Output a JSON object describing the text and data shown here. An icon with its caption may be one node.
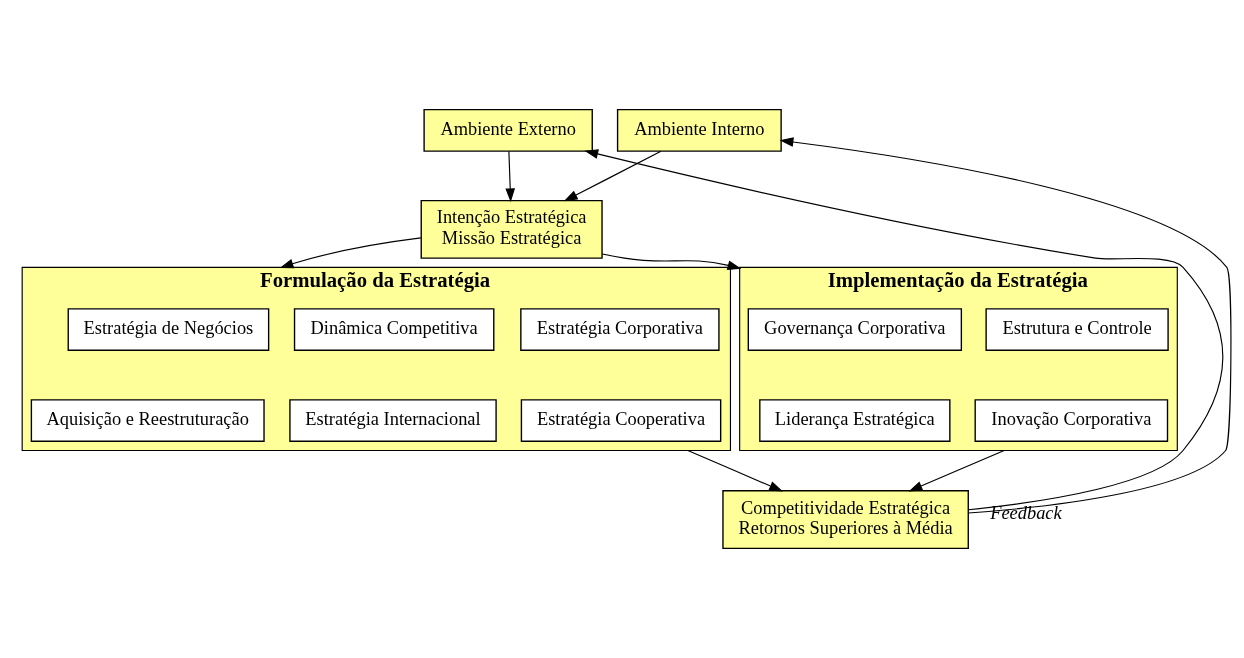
{
  "diagram": {
    "nodes": [
      {
        "text": [
          "Ambiente Externo"
        ]
      },
      {
        "text": [
          "Ambiente Interno"
        ]
      },
      {
        "text": [
          "Intenção Estratégica",
          "Missão Estratégica"
        ]
      },
      {
        "text": [
          "Formulação da Estratégia"
        ]
      },
      {
        "text": [
          "Estratégia de Negócios"
        ],
        "in": 3
      },
      {
        "text": [
          "Dinâmica Competitiva"
        ],
        "in": 3
      },
      {
        "text": [
          "Estratégia Corporativa"
        ],
        "in": 3
      },
      {
        "text": [
          "Aquisição e Reestruturação"
        ],
        "in": 3
      },
      {
        "text": [
          "Estratégia Internacional"
        ],
        "in": 3
      },
      {
        "text": [
          "Estratégia Cooperativa"
        ],
        "in": 3
      },
      {
        "text": [
          "Implementação da Estratégia"
        ]
      },
      {
        "text": [
          "Governança Corporativa"
        ],
        "in": 10
      },
      {
        "text": [
          "Estrutura e Controle"
        ],
        "in": 10
      },
      {
        "text": [
          "Liderança Estratégica"
        ],
        "in": 10
      },
      {
        "text": [
          "Inovação Corporativa"
        ],
        "in": 10
      },
      {
        "text": [
          "Competitividade Estratégica",
          "Retornos Superiores à Média"
        ]
      }
    ],
    "edges": [
      {
        "from": 0,
        "to": 2,
        "arrow": "to"
      },
      {
        "from": 1,
        "to": 2,
        "arrow": "to"
      },
      {
        "from": 2,
        "to": 3,
        "arrow": "to"
      },
      {
        "from": 2,
        "to": 10,
        "arrow": "to"
      },
      {
        "from": 3,
        "to": 15,
        "arrow": "to"
      },
      {
        "from": 10,
        "to": 15,
        "arrow": "to"
      },
      {
        "from": 15,
        "to": 0,
        "arrow": "to",
        "label": "Feedback"
      },
      {
        "from": 15,
        "to": 1,
        "arrow": "to"
      }
    ]
  }
}
